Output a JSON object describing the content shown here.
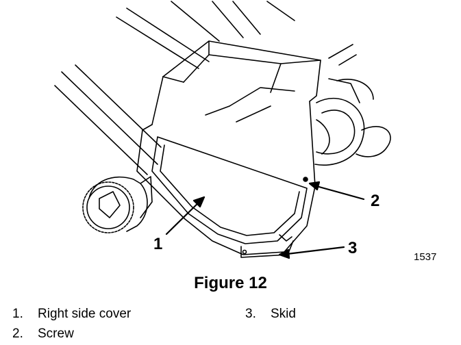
{
  "figure": {
    "callouts": [
      "1",
      "2",
      "3"
    ],
    "figure_id": "1537",
    "caption": "Figure 12"
  },
  "legend": [
    {
      "number": "1.",
      "label": "Right side cover"
    },
    {
      "number": "2.",
      "label": "Screw"
    },
    {
      "number": "3.",
      "label": "Skid"
    }
  ]
}
